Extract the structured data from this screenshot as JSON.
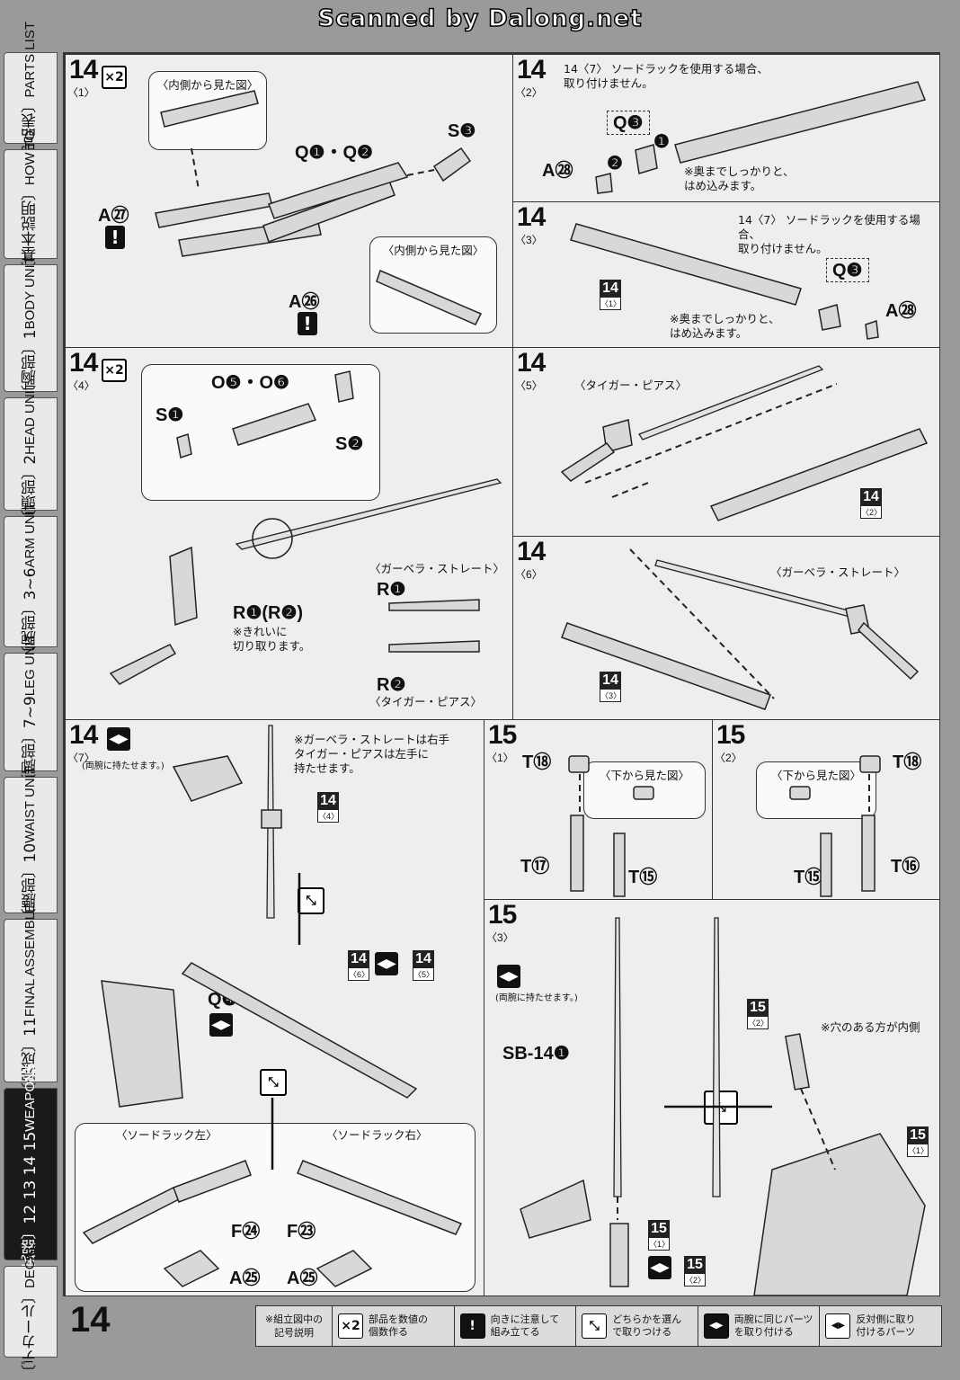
{
  "watermark": "Scanned by Dalong.net",
  "page_number": "14",
  "sidebar": [
    {
      "jp": "〔部品表〕",
      "en": "PARTS LIST"
    },
    {
      "jp": "〔基本説明〕",
      "en": "HOW TO"
    },
    {
      "jp": "〔胸部〕1",
      "en": "BODY UNIT"
    },
    {
      "jp": "〔頭部〕2",
      "en": "HEAD UNIT"
    },
    {
      "jp": "〔腕部〕3~6",
      "en": "ARM UNIT"
    },
    {
      "jp": "〔脚部〕7~9",
      "en": "LEG UNIT"
    },
    {
      "jp": "〔腰部〕10",
      "en": "WAIST UNIT"
    },
    {
      "jp": "〔完成〕11",
      "en": "FINAL ASSEMBLE"
    },
    {
      "jp": "〔武器〕12 13 14 15",
      "en": "WEAPONS"
    },
    {
      "jp": "〔デカール〕",
      "en": "DECAL"
    }
  ],
  "steps": {
    "s14_1": {
      "num": "14",
      "sub": "〈1〉",
      "mult": "×2",
      "inner_view": "〈内側から見た図〉",
      "inner_view2": "〈内側から見た図〉",
      "parts": [
        "Q❶・Q❷",
        "S❸",
        "A㉗",
        "A㉖"
      ]
    },
    "s14_2": {
      "num": "14",
      "sub": "〈2〉",
      "note_ref": "14〈7〉",
      "note": "ソードラックを使用する場合、\n取り付けません。",
      "parts": [
        "Q❸",
        "A㉘"
      ],
      "step1": "❶",
      "step2": "❷",
      "note2": "※奥までしっかりと、\nはめ込みます。"
    },
    "s14_3": {
      "num": "14",
      "sub": "〈3〉",
      "note_ref": "14〈7〉",
      "note": "ソードラックを使用する場合、\n取り付けません。",
      "parts": [
        "Q❸",
        "A㉘"
      ],
      "note2": "※奥までしっかりと、\nはめ込みます。",
      "ref": {
        "n": "14",
        "s": "〈1〉"
      }
    },
    "s14_4": {
      "num": "14",
      "sub": "〈4〉",
      "mult": "×2",
      "parts": [
        "O❺・O❻",
        "S❶",
        "S❷",
        "R❶(R❷)",
        "R❶",
        "R❷"
      ],
      "cut_note": "※きれいに\n切り取ります。",
      "label_a": "〈ガーベラ・ストレート〉",
      "label_b": "〈タイガー・ピアス〉"
    },
    "s14_5": {
      "num": "14",
      "sub": "〈5〉",
      "label": "〈タイガー・ピアス〉",
      "ref": {
        "n": "14",
        "s": "〈2〉"
      }
    },
    "s14_6": {
      "num": "14",
      "sub": "〈6〉",
      "label": "〈ガーベラ・ストレート〉",
      "ref": {
        "n": "14",
        "s": "〈3〉"
      }
    },
    "s14_7": {
      "num": "14",
      "sub": "〈7〉",
      "both_arms": "(両腕に持たせます。)",
      "note": "※ガーベラ・ストレートは右手\nタイガー・ピアスは左手に\n持たせます。",
      "ref4": {
        "n": "14",
        "s": "〈4〉"
      },
      "ref6": {
        "n": "14",
        "s": "〈6〉"
      },
      "ref5": {
        "n": "14",
        "s": "〈5〉"
      },
      "part_q": "Q❹",
      "rack_left": "〈ソードラック左〉",
      "rack_right": "〈ソードラック右〉",
      "parts": [
        "F㉔",
        "A㉕",
        "F㉓",
        "A㉕"
      ]
    },
    "s15_1": {
      "num": "15",
      "sub": "〈1〉",
      "bottom_view": "〈下から見た図〉",
      "parts": [
        "T⑱",
        "T⑰",
        "T⑮"
      ]
    },
    "s15_2": {
      "num": "15",
      "sub": "〈2〉",
      "bottom_view": "〈下から見た図〉",
      "parts": [
        "T⑱",
        "T⑯",
        "T⑮"
      ]
    },
    "s15_3": {
      "num": "15",
      "sub": "〈3〉",
      "both_arms": "(両腕に持たせます。)",
      "part": "SB-14❶",
      "hole_note": "※穴のある方が内側",
      "ref2": {
        "n": "15",
        "s": "〈2〉"
      },
      "ref1": {
        "n": "15",
        "s": "〈1〉"
      },
      "ref1b": {
        "n": "15",
        "s": "〈1〉"
      },
      "ref2b": {
        "n": "15",
        "s": "〈2〉"
      }
    }
  },
  "legend": {
    "caption": "※組立図中の\n記号説明",
    "items": [
      {
        "icon": "×2",
        "text": "部品を数値の\n個数作る"
      },
      {
        "icon": "!",
        "text": "向きに注意して\n組み立てる"
      },
      {
        "icon": "⤡",
        "text": "どちらかを選ん\nで取りつける"
      },
      {
        "icon": "◀▶",
        "text": "両腕に同じパーツ\nを取り付ける"
      },
      {
        "icon": "◀▶",
        "text": "反対側に取り\n付けるパーツ"
      }
    ]
  }
}
